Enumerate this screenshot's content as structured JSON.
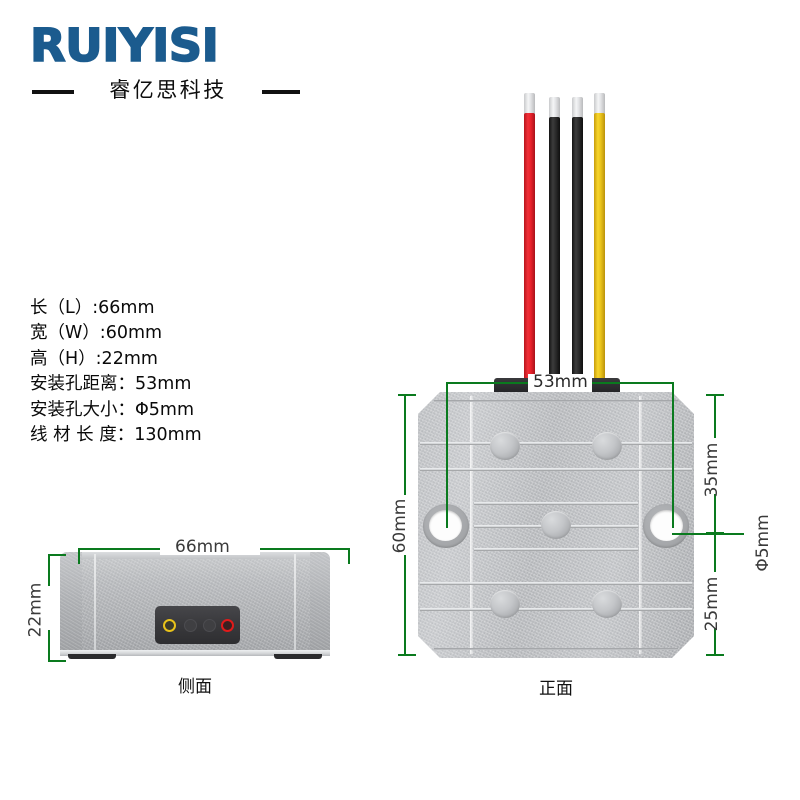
{
  "brand": {
    "wordmark": "RUIYISI",
    "chinese_name": "睿亿思科技",
    "color": "#1b5b8e"
  },
  "specs": {
    "items": [
      "长（L）:66mm",
      "宽（W）:60mm",
      "高（H）:22mm",
      "安装孔距离：53mm",
      "安装孔大小：Φ5mm",
      "线 材 长 度：130mm"
    ]
  },
  "views": {
    "side": {
      "caption": "侧面",
      "dimensions": {
        "width": "66mm",
        "height": "22mm"
      },
      "ports": [
        {
          "name": "port-yellow",
          "color": "#e8c21a"
        },
        {
          "name": "port-black-1",
          "color": "#3f3f42"
        },
        {
          "name": "port-black-2",
          "color": "#3f3f42"
        },
        {
          "name": "port-red",
          "color": "#e01b1b"
        }
      ]
    },
    "front": {
      "caption": "正面",
      "dimensions": {
        "hole_spacing": "53mm",
        "height": "60mm",
        "top_offset": "35mm",
        "bottom_offset": "25mm",
        "hole_diameter": "Φ5mm"
      },
      "wires": [
        {
          "name": "wire-red",
          "color": "#e8212a"
        },
        {
          "name": "wire-black-1",
          "color": "#262626"
        },
        {
          "name": "wire-black-2",
          "color": "#262626"
        },
        {
          "name": "wire-yellow",
          "color": "#e8c21a"
        }
      ]
    }
  },
  "dimension_line_color": "#0a7a1e"
}
